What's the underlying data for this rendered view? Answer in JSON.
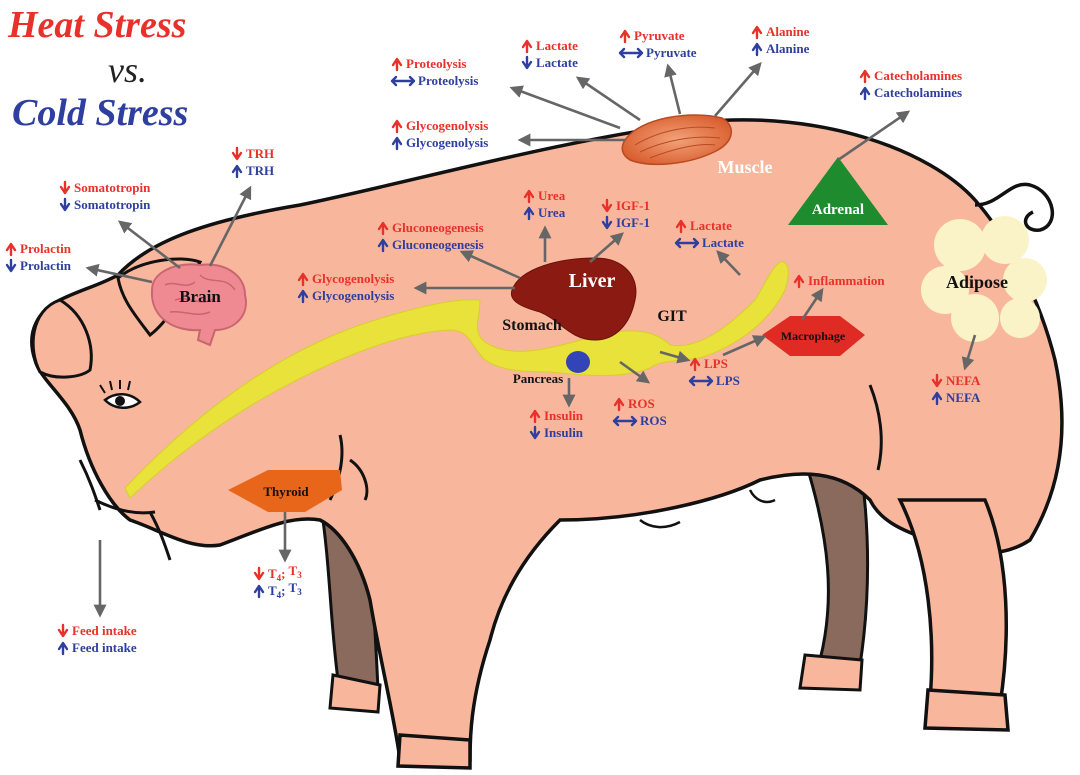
{
  "title": {
    "heat": "Heat Stress",
    "vs": "vs.",
    "cold": "Cold Stress"
  },
  "colors": {
    "heat": "#e8312a",
    "cold": "#2f3f9f",
    "pig_body": "#f8b79c",
    "gut": "#e8e23a",
    "liver": "#8b1a13",
    "adrenal": "#1e8b2e",
    "thyroid": "#e8661a",
    "macrophage": "#e02b24",
    "pancreas": "#3344b8",
    "brain": "#f08a92",
    "adipose": "#fbf3c8",
    "arrow": "#666666"
  },
  "organs": {
    "brain": "Brain",
    "liver": "Liver",
    "stomach": "Stomach",
    "git": "GIT",
    "pancreas": "Pancreas",
    "muscle": "Muscle",
    "adrenal": "Adrenal",
    "adipose": "Adipose",
    "macrophage": "Macrophage",
    "thyroid": "Thyroid"
  },
  "icons": {
    "up": "up-arrow-icon",
    "down": "down-arrow-icon",
    "no_change": "double-arrow-icon"
  },
  "effects": {
    "proteolysis": {
      "heat": {
        "dir": "up",
        "text": "Proteolysis"
      },
      "cold": {
        "dir": "same",
        "text": "Proteolysis"
      }
    },
    "lactate_muscle": {
      "heat": {
        "dir": "up",
        "text": "Lactate"
      },
      "cold": {
        "dir": "down",
        "text": "Lactate"
      }
    },
    "pyruvate": {
      "heat": {
        "dir": "up",
        "text": "Pyruvate"
      },
      "cold": {
        "dir": "same",
        "text": "Pyruvate"
      }
    },
    "alanine": {
      "heat": {
        "dir": "up",
        "text": "Alanine"
      },
      "cold": {
        "dir": "up",
        "text": "Alanine"
      }
    },
    "catecholamines": {
      "heat": {
        "dir": "up",
        "text": "Catecholamines"
      },
      "cold": {
        "dir": "up",
        "text": "Catecholamines"
      }
    },
    "glycogenolysis_muscle": {
      "heat": {
        "dir": "up",
        "text": "Glycogenolysis"
      },
      "cold": {
        "dir": "up",
        "text": "Glycogenolysis"
      }
    },
    "trh": {
      "heat": {
        "dir": "down",
        "text": "TRH"
      },
      "cold": {
        "dir": "up",
        "text": "TRH"
      }
    },
    "somatotropin": {
      "heat": {
        "dir": "down",
        "text": "Somatotropin"
      },
      "cold": {
        "dir": "down",
        "text": "Somatotropin"
      }
    },
    "prolactin": {
      "heat": {
        "dir": "up",
        "text": "Prolactin"
      },
      "cold": {
        "dir": "down",
        "text": "Prolactin"
      }
    },
    "urea": {
      "heat": {
        "dir": "up",
        "text": "Urea"
      },
      "cold": {
        "dir": "up",
        "text": "Urea"
      }
    },
    "igf1": {
      "heat": {
        "dir": "down",
        "text": "IGF-1"
      },
      "cold": {
        "dir": "down",
        "text": "IGF-1"
      }
    },
    "gluconeogenesis": {
      "heat": {
        "dir": "up",
        "text": "Gluconeogenesis"
      },
      "cold": {
        "dir": "up",
        "text": "Gluconeogenesis"
      }
    },
    "lactate_liver": {
      "heat": {
        "dir": "up",
        "text": "Lactate"
      },
      "cold": {
        "dir": "same",
        "text": "Lactate"
      }
    },
    "glycogenolysis_liver": {
      "heat": {
        "dir": "up",
        "text": "Glycogenolysis"
      },
      "cold": {
        "dir": "up",
        "text": "Glycogenolysis"
      }
    },
    "inflammation": {
      "heat": {
        "dir": "up",
        "text": "Inflammation"
      }
    },
    "lps": {
      "heat": {
        "dir": "up",
        "text": "LPS"
      },
      "cold": {
        "dir": "same",
        "text": "LPS"
      }
    },
    "ros": {
      "heat": {
        "dir": "up",
        "text": "ROS"
      },
      "cold": {
        "dir": "same",
        "text": "ROS"
      }
    },
    "insulin": {
      "heat": {
        "dir": "up",
        "text": "Insulin"
      },
      "cold": {
        "dir": "down",
        "text": "Insulin"
      }
    },
    "nefa": {
      "heat": {
        "dir": "down",
        "text": "NEFA"
      },
      "cold": {
        "dir": "up",
        "text": "NEFA"
      }
    },
    "thyroid_hormones": {
      "heat": {
        "dir": "down",
        "t4": "T",
        "t4_sub": "4",
        "sep": "; ",
        "t3": "T",
        "t3_sub": "3"
      },
      "cold": {
        "dir": "up",
        "t4": "T",
        "t4_sub": "4",
        "sep": "; ",
        "t3": "T",
        "t3_sub": "3"
      }
    },
    "feed_intake": {
      "heat": {
        "dir": "down",
        "text": "Feed intake"
      },
      "cold": {
        "dir": "up",
        "text": "Feed intake"
      }
    }
  }
}
